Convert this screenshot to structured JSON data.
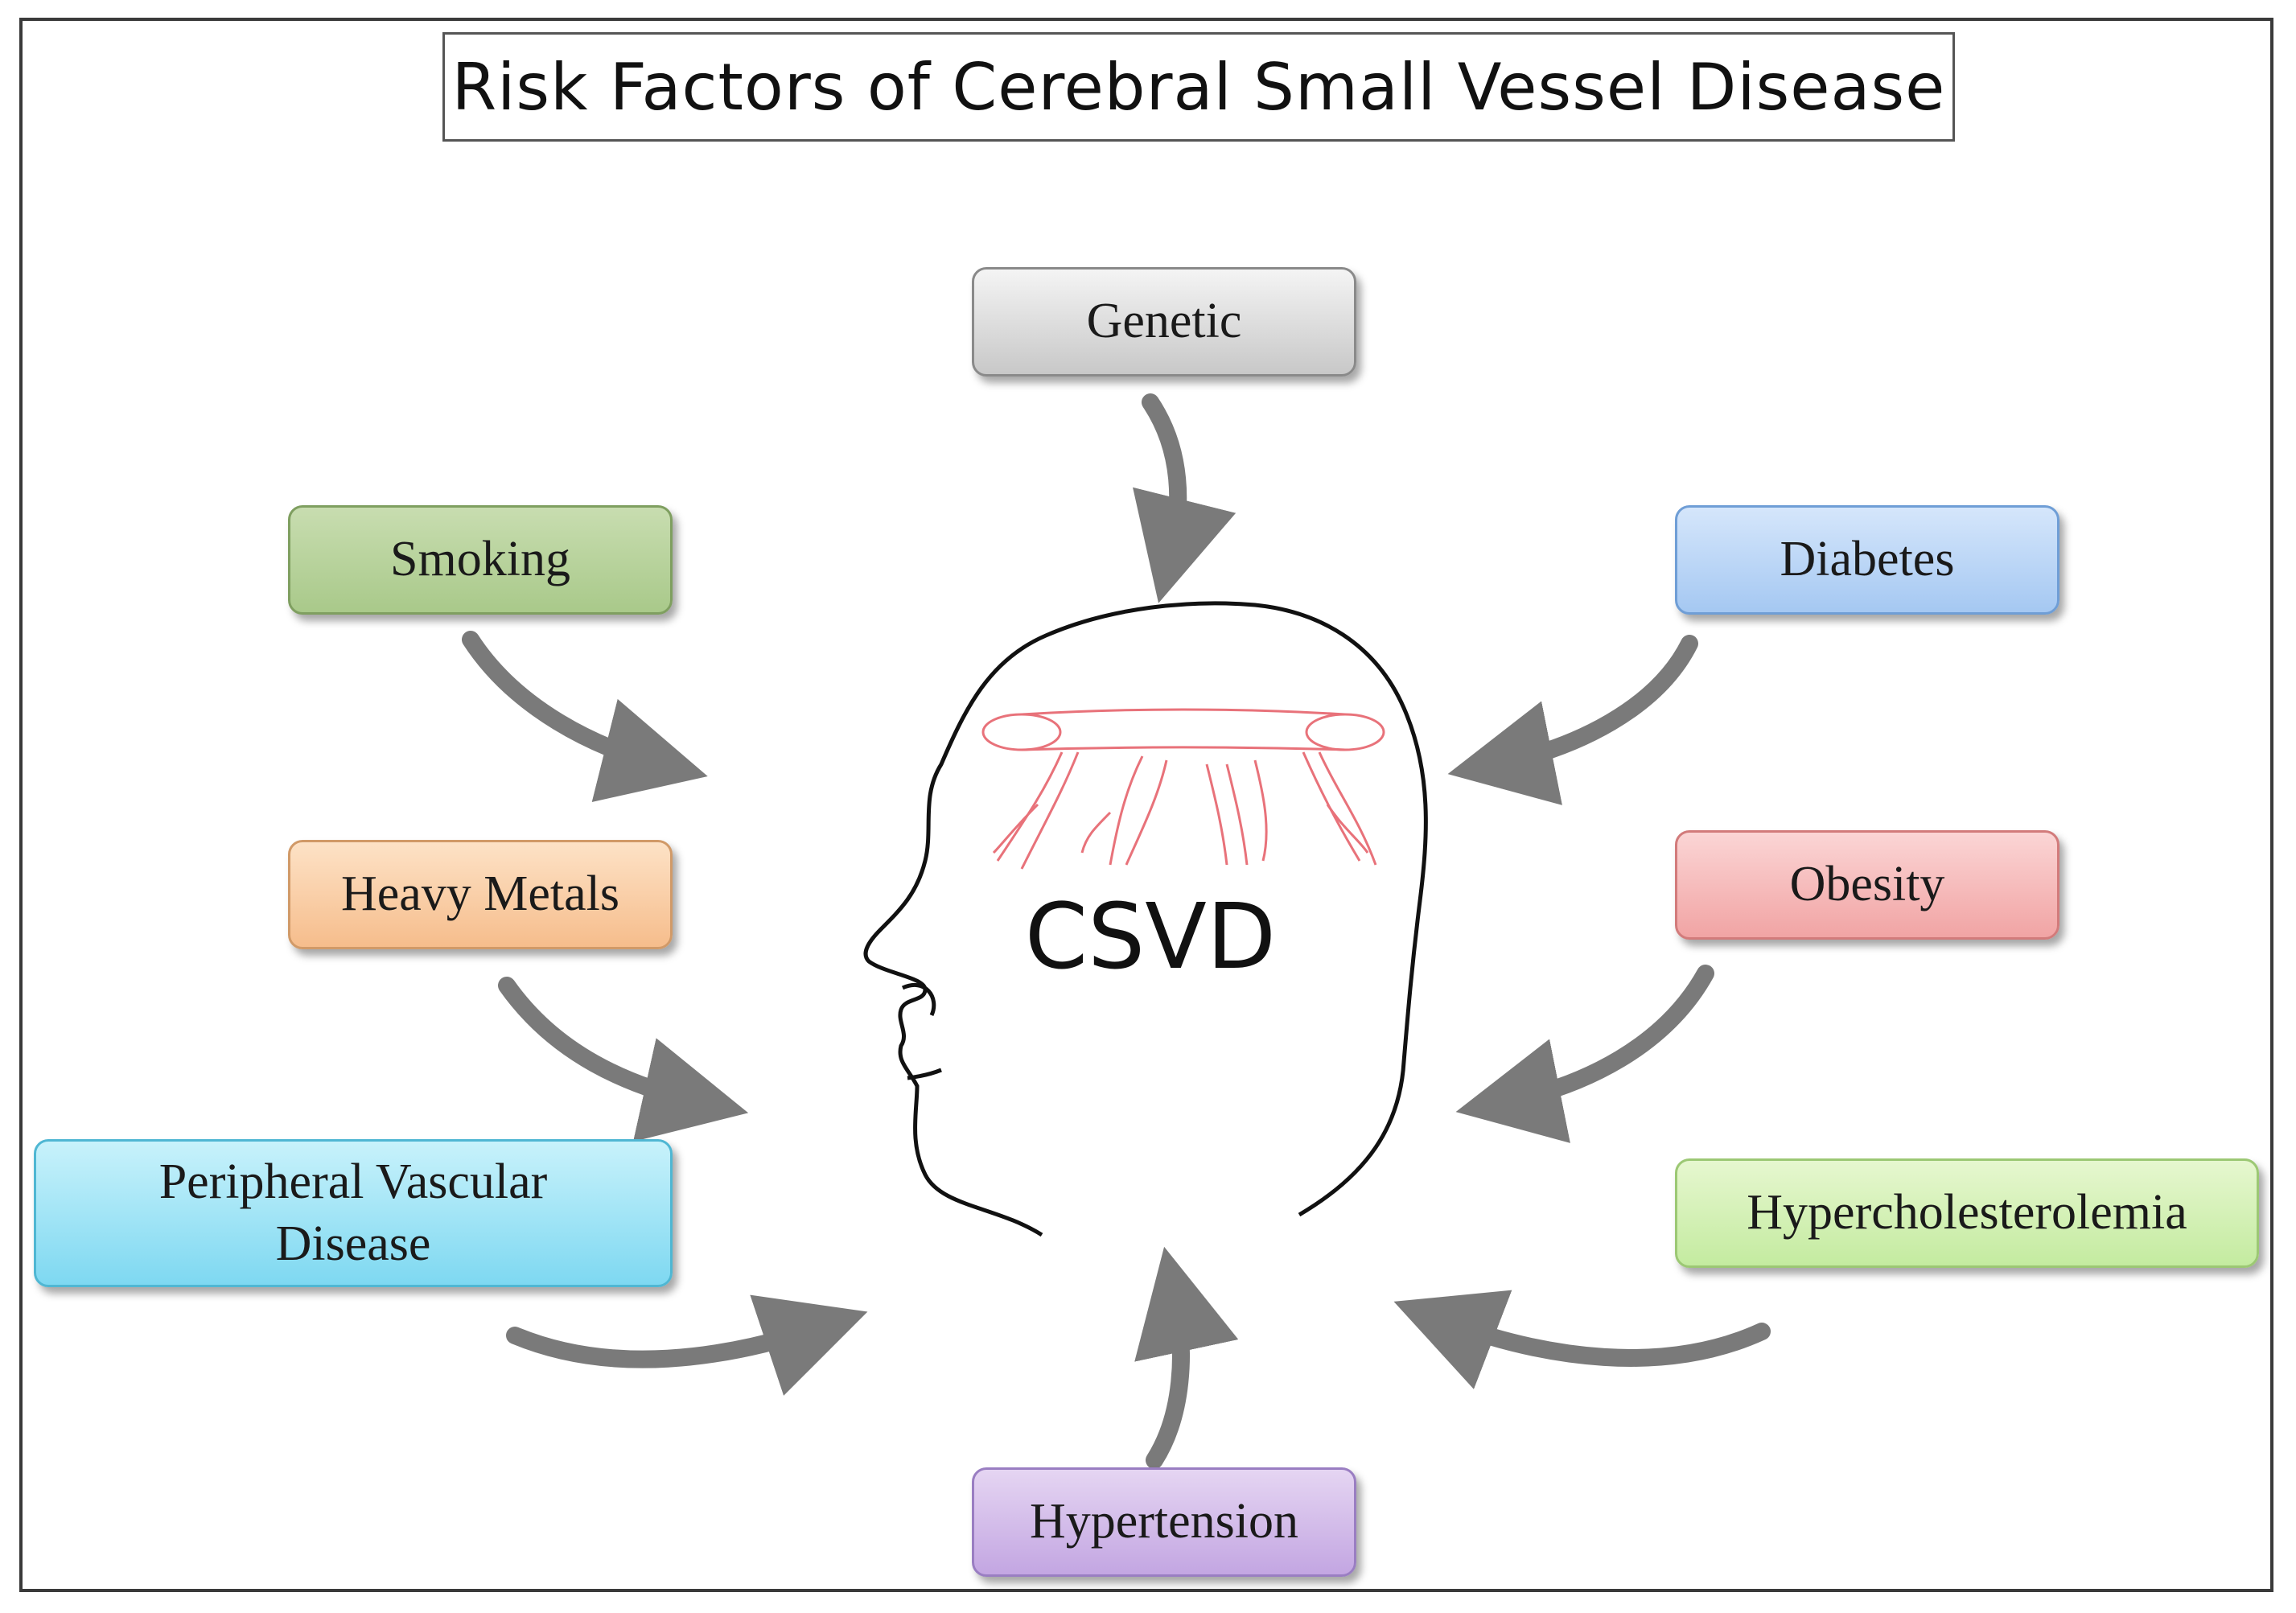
{
  "title": "Risk Factors of Cerebral Small Vessel Disease",
  "center_label": "CSVD",
  "factors": {
    "genetic": "Genetic",
    "smoking": "Smoking",
    "heavy_metals": "Heavy Metals",
    "peripheral_vascular_line1": "Peripheral Vascular",
    "peripheral_vascular_line2": "Disease",
    "diabetes": "Diabetes",
    "obesity": "Obesity",
    "hypercholesterolemia": "Hypercholesterolemia",
    "hypertension": "Hypertension"
  },
  "colors": {
    "arrow": "#7a7a7a",
    "vessels": "#e8727a",
    "outline": "#111111"
  }
}
